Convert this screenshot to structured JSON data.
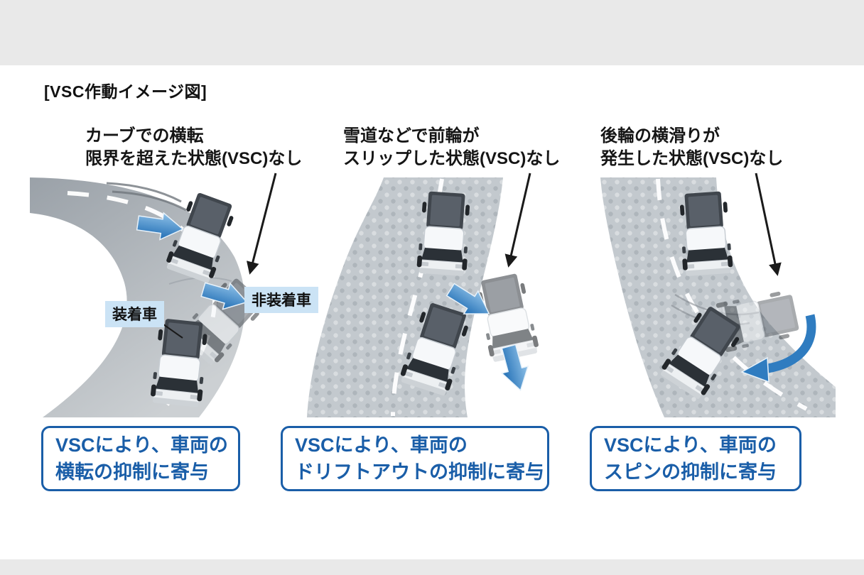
{
  "page": {
    "title": "[VSC作動イメージ図]"
  },
  "panels": [
    {
      "id": "rollover",
      "caption_line1": "カーブでの横転",
      "caption_line2": "限界を超えた状態(VSC)なし",
      "labels": {
        "equipped": "装着車",
        "not_equipped": "非装着車"
      },
      "result_line1": "VSCにより、車両の",
      "result_line2": "横転の抑制に寄与"
    },
    {
      "id": "drift-out",
      "caption_line1": "雪道などで前輪が",
      "caption_line2": "スリップした状態(VSC)なし",
      "result_line1": "VSCにより、車両の",
      "result_line2": "ドリフトアウトの抑制に寄与"
    },
    {
      "id": "spin",
      "caption_line1": "後輪の横滑りが",
      "caption_line2": "発生した状態(VSC)なし",
      "result_line1": "VSCにより、車両の",
      "result_line2": "スピンの抑制に寄与"
    }
  ],
  "colors": {
    "accent_blue": "#1a5ea8",
    "arrow_blue": "#2f7cc0",
    "label_bg": "#cbe3f5",
    "letterbox_gray": "#e9e9e9",
    "road_gray": "#a8aeb4",
    "snow_road_gray": "#c2c8cd"
  }
}
